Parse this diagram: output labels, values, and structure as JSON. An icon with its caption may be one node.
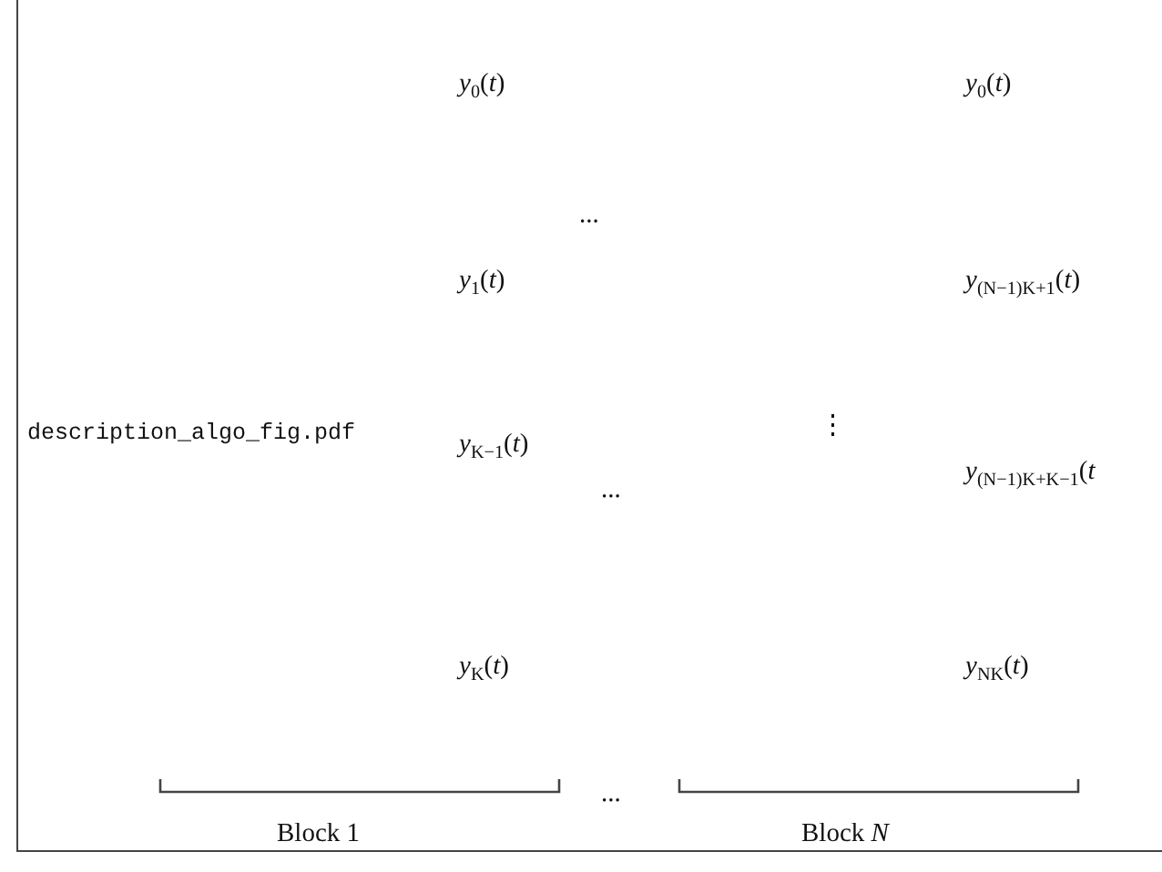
{
  "diagram": {
    "labels": [
      "*y*$_{0}$(*t*)",
      "*y*$_{0}$(*t*)",
      "...",
      "*y*$_{1}$(*t*)",
      "*y*$_{(N−1)K+1}$(*t*)",
      "description_algo_fig.pdf",
      "*y*$_{K−1}$(*t*)",
      "⋮",
      "*y*$_{(N−1)K+K−1}$(*t*",
      "...",
      "*y*$_{K}$(*t*)",
      "*y*$_{NK}$(*t*)",
      "...",
      "Block 1",
      "Block *N*"
    ]
  }
}
